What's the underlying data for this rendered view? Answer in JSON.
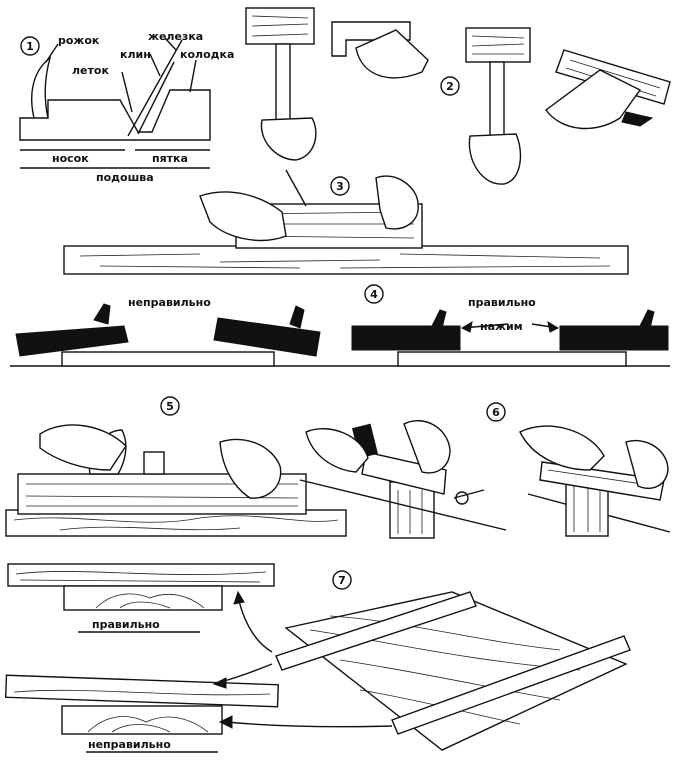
{
  "figure_numbers": [
    "1",
    "2",
    "3",
    "4",
    "5",
    "6",
    "7"
  ],
  "fig1_labels": {
    "rozhok": "рожок",
    "zhelezka": "железка",
    "klin": "клин",
    "letok": "леток",
    "kolodka": "колодка",
    "nosok": "носок",
    "pyatka": "пятка",
    "podoshva": "подошва"
  },
  "fig4_labels": {
    "wrong": "неправильно",
    "right": "правильно",
    "press": "нажим"
  },
  "fig7_labels": {
    "right": "правильно",
    "wrong": "неправильно"
  },
  "colors": {
    "ink": "#111111",
    "paper": "#ffffff"
  }
}
